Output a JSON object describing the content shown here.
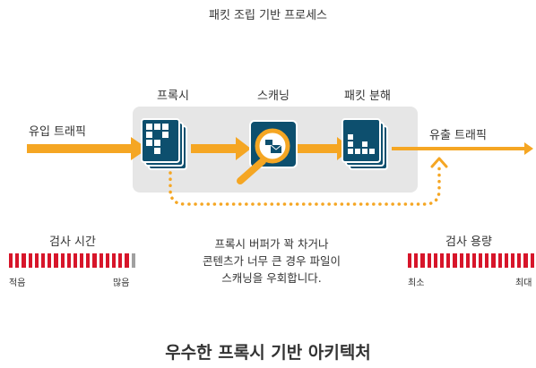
{
  "diagram_title": "패킷 조립 기반 프로세스",
  "stages": {
    "proxy": "프록시",
    "scanning": "스캐닝",
    "packet_disassembly": "패킷 분해"
  },
  "flows": {
    "inbound": "유입 트래픽",
    "outbound": "유출 트래픽"
  },
  "inspection_time": {
    "title": "검사 시간",
    "min_label": "적음",
    "max_label": "많음",
    "level": 0.94
  },
  "inspection_capacity": {
    "title": "검사 용량",
    "min_label": "최소",
    "max_label": "최대",
    "level": 1.0
  },
  "note_lines": [
    "프록시 버퍼가 꽉 차거나",
    "콘텐츠가 너무 큰 경우 파일이",
    "스캐닝을 우회합니다."
  ],
  "bottom_title": "우수한 프록시 기반 아키텍처",
  "colors": {
    "arrow_orange": "#f5a623",
    "icon_teal": "#0d4f6e",
    "meter_red": "#d7152a",
    "meter_gray": "#a0a0a0",
    "panel_gray": "#e6e6e6"
  },
  "icons": [
    "stacked-grid-icon",
    "magnifier-envelope-icon",
    "stacked-bars-icon"
  ]
}
